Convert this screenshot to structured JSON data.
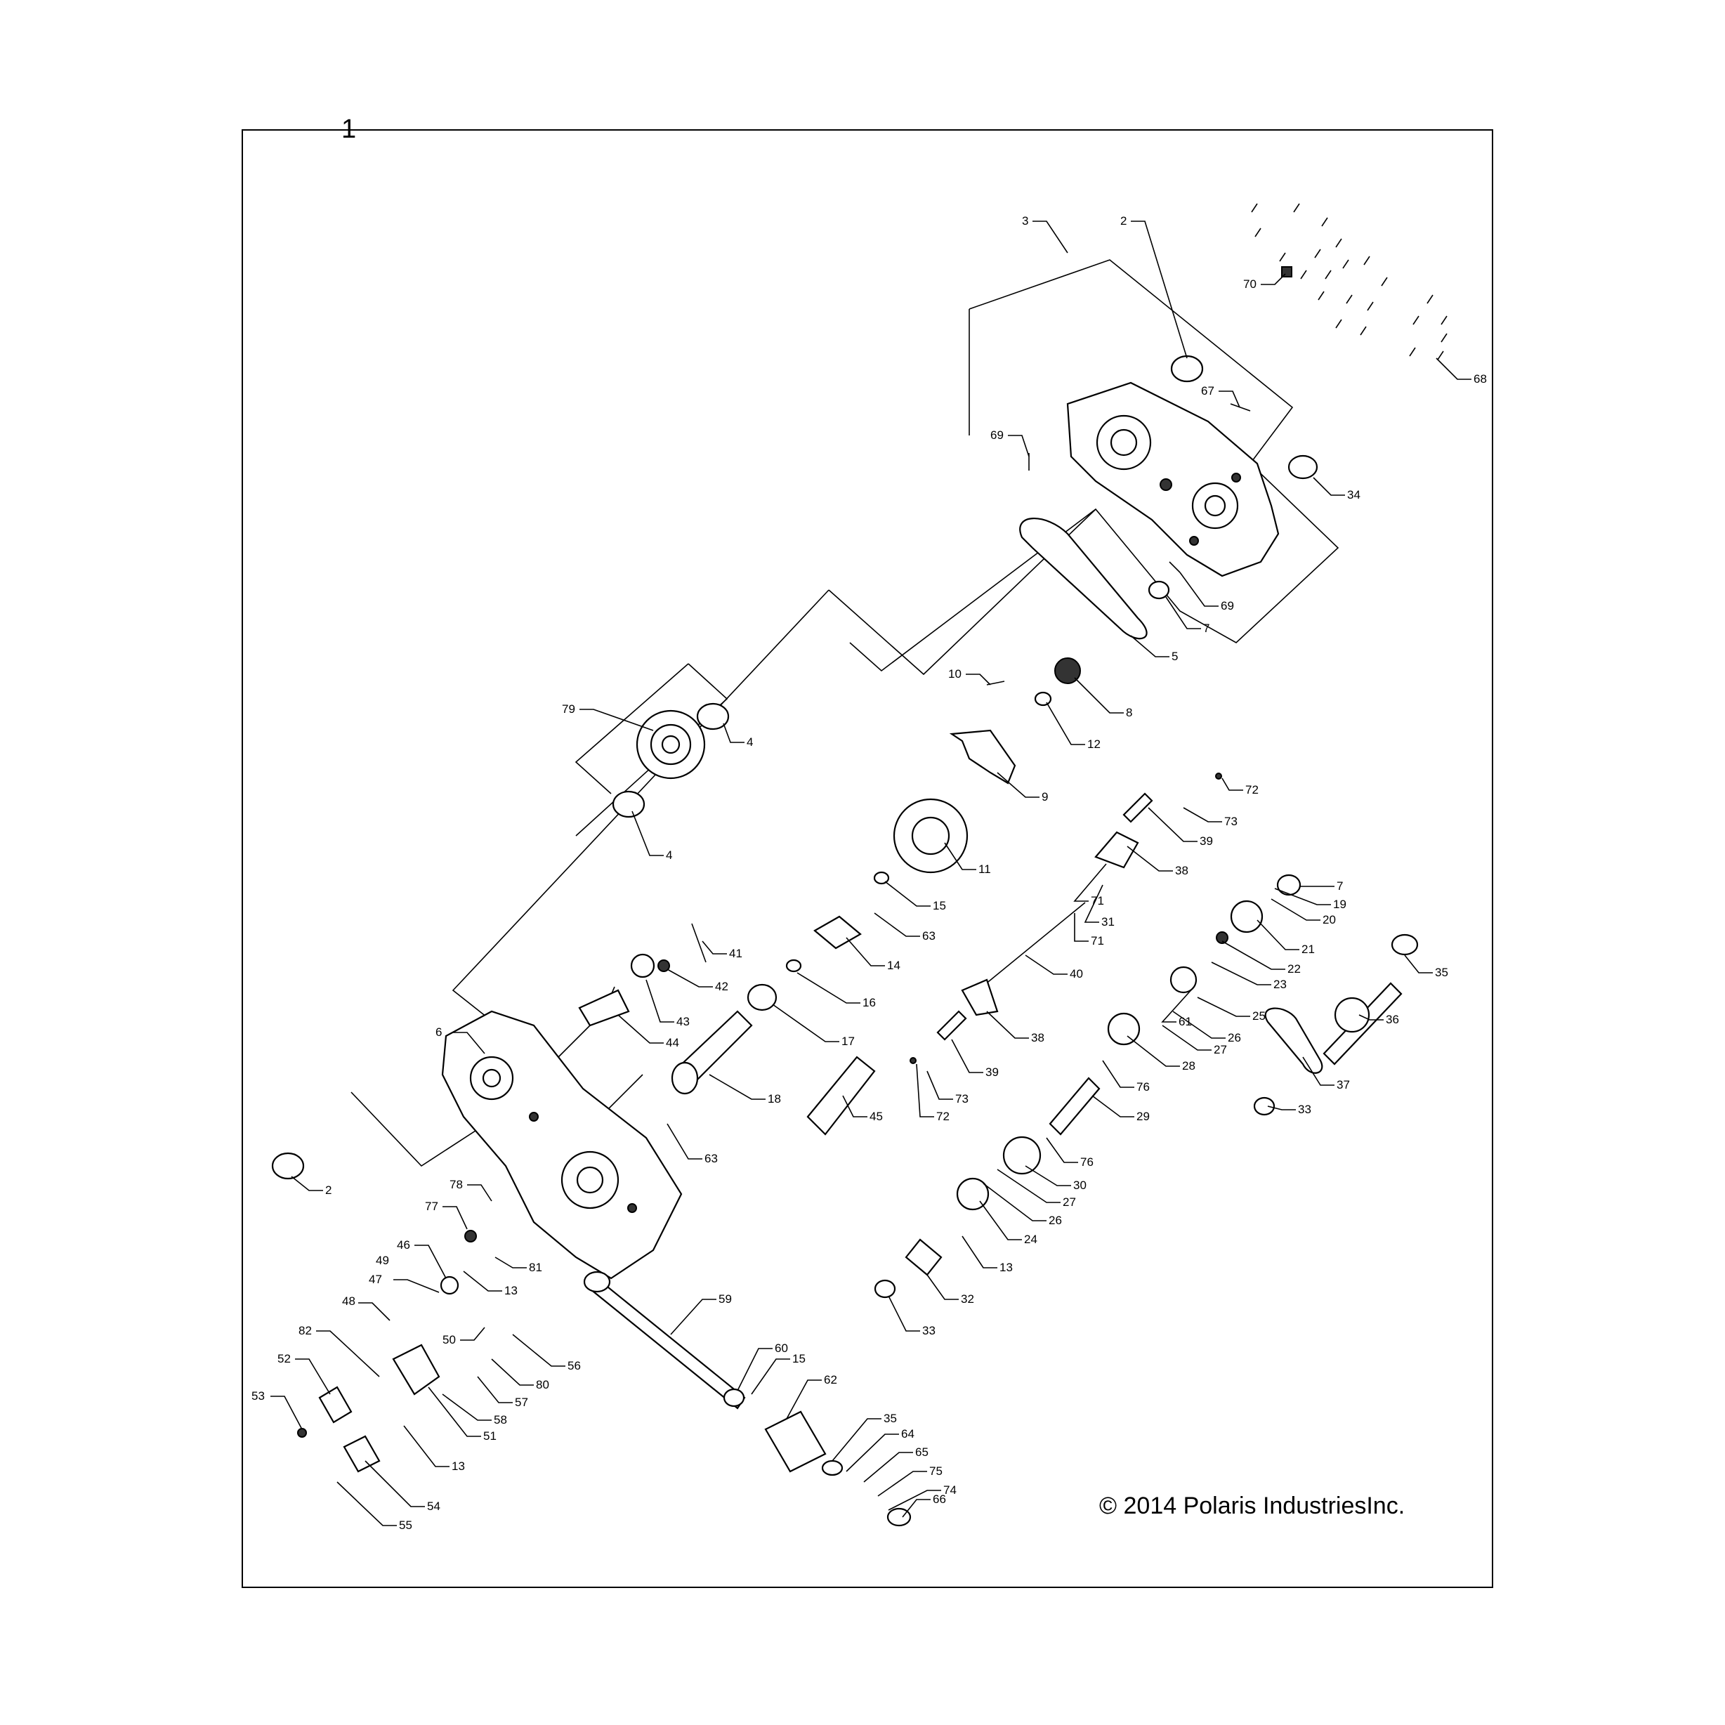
{
  "sheet": {
    "assembly_number": "1",
    "copyright": "© 2014 Polaris IndustriesInc."
  },
  "callouts": [
    {
      "id": "c3",
      "label": "3"
    },
    {
      "id": "c2a",
      "label": "2"
    },
    {
      "id": "c70",
      "label": "70"
    },
    {
      "id": "c68",
      "label": "68"
    },
    {
      "id": "c67",
      "label": "67"
    },
    {
      "id": "c69a",
      "label": "69"
    },
    {
      "id": "c34",
      "label": "34"
    },
    {
      "id": "c69b",
      "label": "69"
    },
    {
      "id": "c7a",
      "label": "7"
    },
    {
      "id": "c5",
      "label": "5"
    },
    {
      "id": "c10",
      "label": "10"
    },
    {
      "id": "c8",
      "label": "8"
    },
    {
      "id": "c12",
      "label": "12"
    },
    {
      "id": "c79",
      "label": "79"
    },
    {
      "id": "c4a",
      "label": "4"
    },
    {
      "id": "c4b",
      "label": "4"
    },
    {
      "id": "c9",
      "label": "9"
    },
    {
      "id": "c72a",
      "label": "72"
    },
    {
      "id": "c73a",
      "label": "73"
    },
    {
      "id": "c39a",
      "label": "39"
    },
    {
      "id": "c11",
      "label": "11"
    },
    {
      "id": "c38a",
      "label": "38"
    },
    {
      "id": "c7b",
      "label": "7"
    },
    {
      "id": "c19",
      "label": "19"
    },
    {
      "id": "c15a",
      "label": "15"
    },
    {
      "id": "c71a",
      "label": "71"
    },
    {
      "id": "c20",
      "label": "20"
    },
    {
      "id": "c31",
      "label": "31"
    },
    {
      "id": "c63a",
      "label": "63"
    },
    {
      "id": "c71b",
      "label": "71"
    },
    {
      "id": "c21",
      "label": "21"
    },
    {
      "id": "c41",
      "label": "41"
    },
    {
      "id": "c14",
      "label": "14"
    },
    {
      "id": "c22",
      "label": "22"
    },
    {
      "id": "c42",
      "label": "42"
    },
    {
      "id": "c40",
      "label": "40"
    },
    {
      "id": "c23",
      "label": "23"
    },
    {
      "id": "c35a",
      "label": "35"
    },
    {
      "id": "c16",
      "label": "16"
    },
    {
      "id": "c43",
      "label": "43"
    },
    {
      "id": "c61",
      "label": "61"
    },
    {
      "id": "c25",
      "label": "25"
    },
    {
      "id": "c36",
      "label": "36"
    },
    {
      "id": "c17",
      "label": "17"
    },
    {
      "id": "c26a",
      "label": "26"
    },
    {
      "id": "c38b",
      "label": "38"
    },
    {
      "id": "c6",
      "label": "6"
    },
    {
      "id": "c44",
      "label": "44"
    },
    {
      "id": "c27a",
      "label": "27"
    },
    {
      "id": "c37",
      "label": "37"
    },
    {
      "id": "c28",
      "label": "28"
    },
    {
      "id": "c39b",
      "label": "39"
    },
    {
      "id": "c33a",
      "label": "33"
    },
    {
      "id": "c76a",
      "label": "76"
    },
    {
      "id": "c18",
      "label": "18"
    },
    {
      "id": "c73b",
      "label": "73"
    },
    {
      "id": "c29",
      "label": "29"
    },
    {
      "id": "c72b",
      "label": "72"
    },
    {
      "id": "c45",
      "label": "45"
    },
    {
      "id": "c63b",
      "label": "63"
    },
    {
      "id": "c76b",
      "label": "76"
    },
    {
      "id": "c2b",
      "label": "2"
    },
    {
      "id": "c78",
      "label": "78"
    },
    {
      "id": "c30",
      "label": "30"
    },
    {
      "id": "c77",
      "label": "77"
    },
    {
      "id": "c27b",
      "label": "27"
    },
    {
      "id": "c26b",
      "label": "26"
    },
    {
      "id": "c46",
      "label": "46"
    },
    {
      "id": "c24",
      "label": "24"
    },
    {
      "id": "c81",
      "label": "81"
    },
    {
      "id": "c13a",
      "label": "13"
    },
    {
      "id": "c49",
      "label": "49"
    },
    {
      "id": "c13b",
      "label": "13"
    },
    {
      "id": "c47",
      "label": "47"
    },
    {
      "id": "c59",
      "label": "59"
    },
    {
      "id": "c48",
      "label": "48"
    },
    {
      "id": "c32",
      "label": "32"
    },
    {
      "id": "c33b",
      "label": "33"
    },
    {
      "id": "c50",
      "label": "50"
    },
    {
      "id": "c56",
      "label": "56"
    },
    {
      "id": "c60",
      "label": "60"
    },
    {
      "id": "c15b",
      "label": "15"
    },
    {
      "id": "c82",
      "label": "82"
    },
    {
      "id": "c62",
      "label": "62"
    },
    {
      "id": "c52",
      "label": "52"
    },
    {
      "id": "c80",
      "label": "80"
    },
    {
      "id": "c57",
      "label": "57"
    },
    {
      "id": "c58",
      "label": "58"
    },
    {
      "id": "c53",
      "label": "53"
    },
    {
      "id": "c51",
      "label": "51"
    },
    {
      "id": "c35b",
      "label": "35"
    },
    {
      "id": "c64",
      "label": "64"
    },
    {
      "id": "c65",
      "label": "65"
    },
    {
      "id": "c13c",
      "label": "13"
    },
    {
      "id": "c75",
      "label": "75"
    },
    {
      "id": "c74",
      "label": "74"
    },
    {
      "id": "c66",
      "label": "66"
    },
    {
      "id": "c54",
      "label": "54"
    },
    {
      "id": "c55",
      "label": "55"
    }
  ]
}
